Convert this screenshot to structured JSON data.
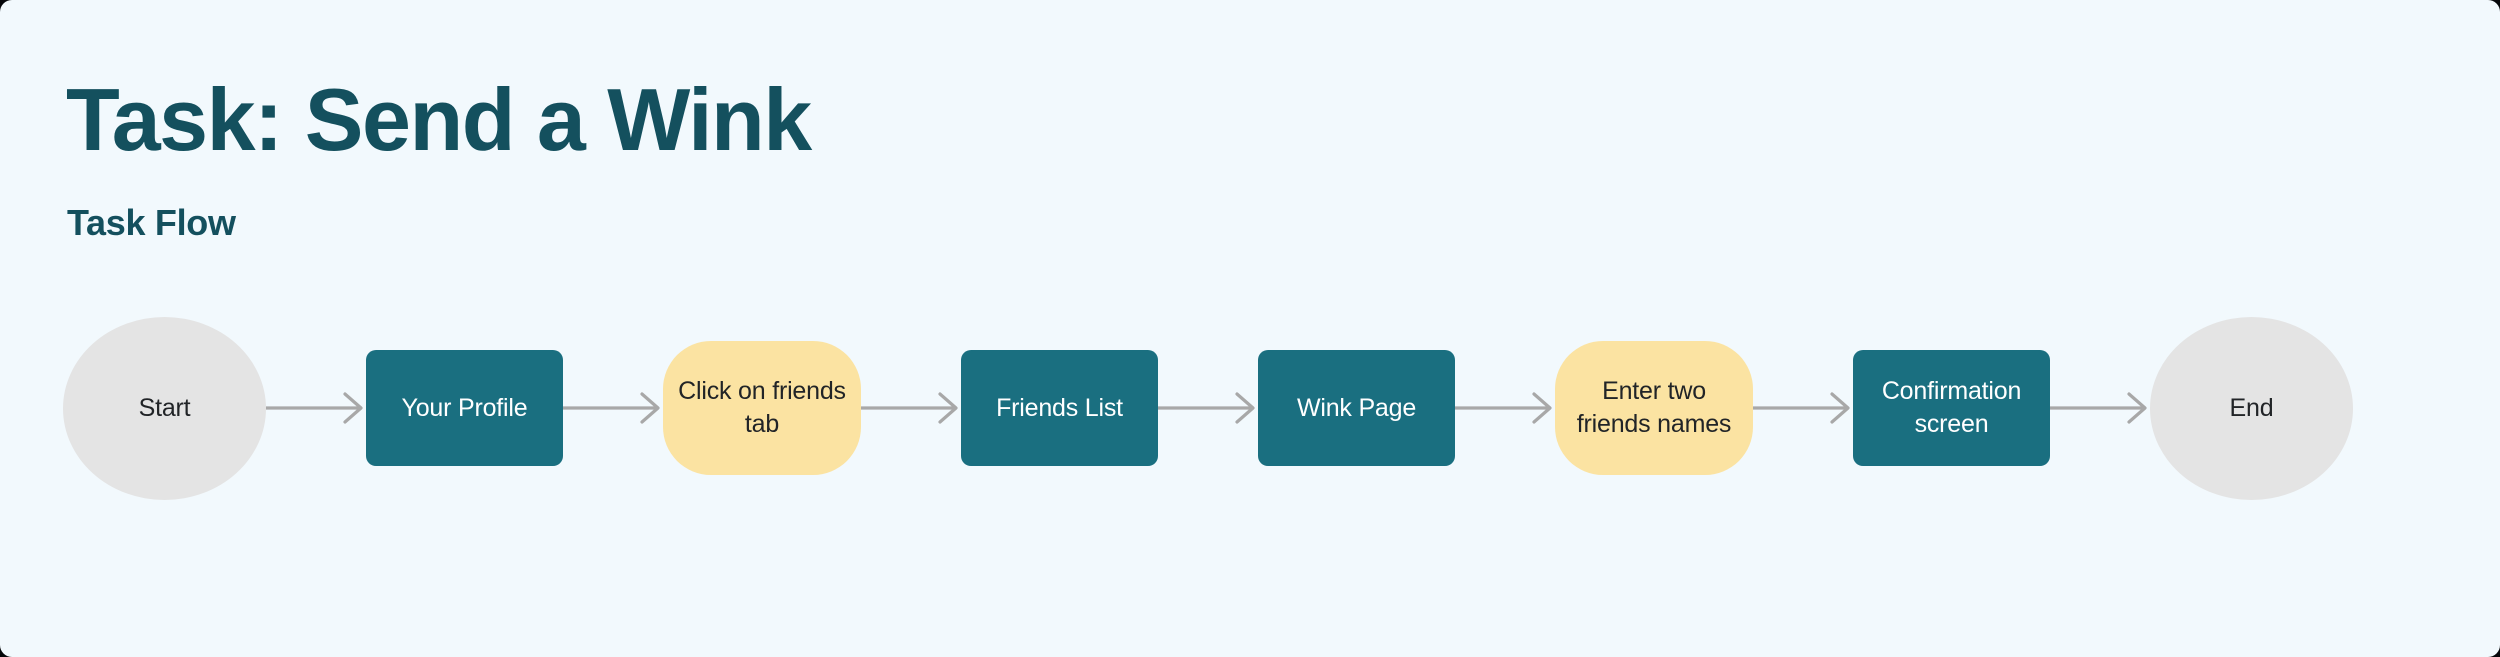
{
  "header": {
    "title": "Task: Send a Wink",
    "subtitle": "Task Flow"
  },
  "flow": {
    "nodes": [
      {
        "label": "Start",
        "shape": "ellipse",
        "role": "terminator"
      },
      {
        "label": "Your Profile",
        "shape": "rectangle",
        "role": "screen"
      },
      {
        "label": "Click on friends tab",
        "shape": "pill",
        "role": "action"
      },
      {
        "label": "Friends List",
        "shape": "rectangle",
        "role": "screen"
      },
      {
        "label": "Wink Page",
        "shape": "rectangle",
        "role": "screen"
      },
      {
        "label": "Enter two friends names",
        "shape": "pill",
        "role": "action"
      },
      {
        "label": "Confirmation screen",
        "shape": "rectangle",
        "role": "screen"
      },
      {
        "label": "End",
        "shape": "ellipse",
        "role": "terminator"
      }
    ],
    "arrow_count": 7
  },
  "colors": {
    "backdrop": "#05070a",
    "canvas_background": "#f2f9fd",
    "heading_text": "#14505e",
    "node_screen_fill": "#1a6f80",
    "node_action_fill": "#fbe3a2",
    "node_terminator_fill": "#e4e4e4",
    "node_text_dark": "#212427",
    "node_text_light": "#ffffff",
    "arrow_stroke": "#a8a8a8"
  }
}
